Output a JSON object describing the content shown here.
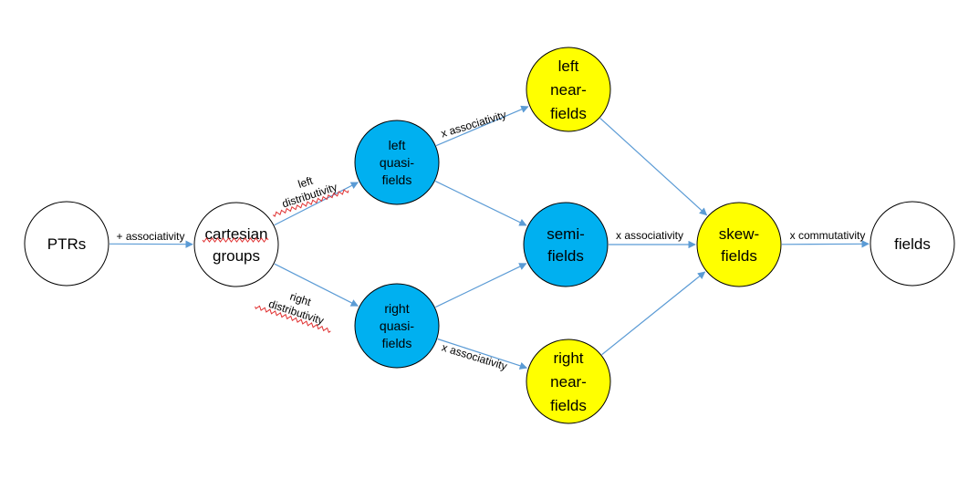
{
  "colors": {
    "blue": "#00b0f0",
    "yellow": "#ffff00",
    "white": "#ffffff",
    "outline": "#000000",
    "edge": "#5b9bd5",
    "spellcheck": "#e03030"
  },
  "nodes": {
    "ptrs": {
      "lines": [
        "PTRs"
      ],
      "fill": "white"
    },
    "cartesian_groups": {
      "lines": [
        "cartesian",
        "groups"
      ],
      "fill": "white"
    },
    "left_quasi_fields": {
      "lines": [
        "left",
        "quasi-",
        "fields"
      ],
      "fill": "blue"
    },
    "right_quasi_fields": {
      "lines": [
        "right",
        "quasi-",
        "fields"
      ],
      "fill": "blue"
    },
    "semi_fields": {
      "lines": [
        "semi-",
        "fields"
      ],
      "fill": "blue"
    },
    "left_near_fields": {
      "lines": [
        "left",
        "near-",
        "fields"
      ],
      "fill": "yellow"
    },
    "right_near_fields": {
      "lines": [
        "right",
        "near-",
        "fields"
      ],
      "fill": "yellow"
    },
    "skew_fields": {
      "lines": [
        "skew-",
        "fields"
      ],
      "fill": "yellow"
    },
    "fields": {
      "lines": [
        "fields"
      ],
      "fill": "white"
    }
  },
  "edges": [
    {
      "from": "ptrs",
      "to": "cartesian_groups",
      "label": [
        "+ associativity"
      ]
    },
    {
      "from": "cartesian_groups",
      "to": "left_quasi_fields",
      "label": [
        "left",
        "distributivity"
      ]
    },
    {
      "from": "cartesian_groups",
      "to": "right_quasi_fields",
      "label": [
        "right",
        "distributivity"
      ]
    },
    {
      "from": "left_quasi_fields",
      "to": "left_near_fields",
      "label": [
        "x associativity"
      ]
    },
    {
      "from": "left_quasi_fields",
      "to": "semi_fields",
      "label": []
    },
    {
      "from": "right_quasi_fields",
      "to": "semi_fields",
      "label": []
    },
    {
      "from": "right_quasi_fields",
      "to": "right_near_fields",
      "label": [
        "x associativity"
      ]
    },
    {
      "from": "semi_fields",
      "to": "skew_fields",
      "label": [
        "x associativity"
      ]
    },
    {
      "from": "left_near_fields",
      "to": "skew_fields",
      "label": []
    },
    {
      "from": "right_near_fields",
      "to": "skew_fields",
      "label": []
    },
    {
      "from": "skew_fields",
      "to": "fields",
      "label": [
        "x commutativity"
      ]
    }
  ]
}
